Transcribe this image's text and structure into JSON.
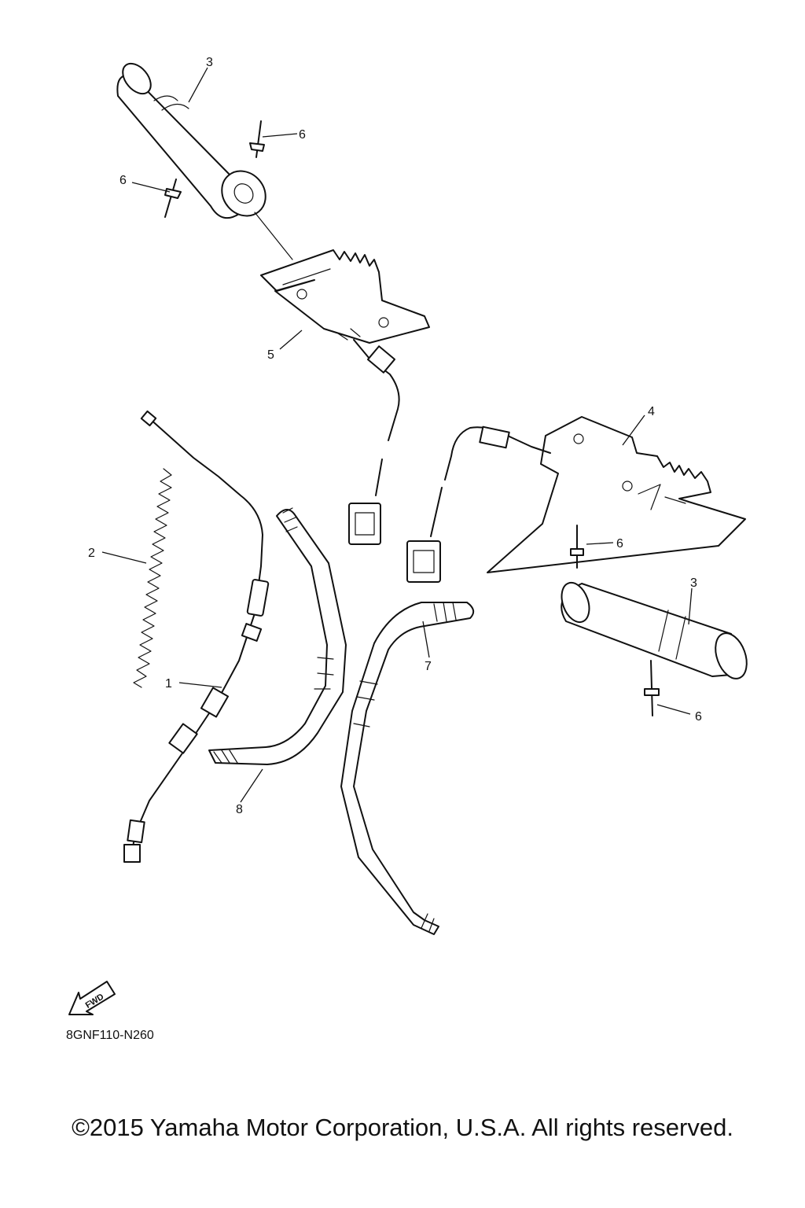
{
  "callouts": {
    "c1": "1",
    "c2": "2",
    "c3a": "3",
    "c3b": "3",
    "c4": "4",
    "c5": "5",
    "c6a": "6",
    "c6b": "6",
    "c6c": "6",
    "c6d": "6",
    "c7": "7",
    "c8": "8"
  },
  "fwd_label": "FWD",
  "diagram_code": "8GNF110-N260",
  "copyright": "©2015 Yamaha Motor Corporation, U.S.A. All rights reserved."
}
